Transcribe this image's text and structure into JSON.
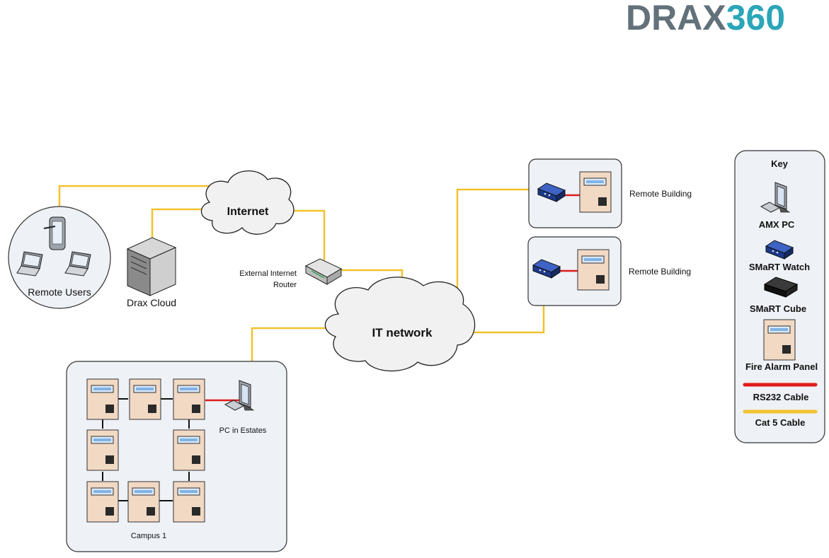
{
  "logo": {
    "text_a": "DRAX",
    "text_b": "360",
    "color_a": "#62717a",
    "color_b": "#2aa6b8"
  },
  "labels": {
    "internet": "Internet",
    "it_network": "IT network",
    "remote_users": "Remote Users",
    "drax_cloud": "Drax Cloud",
    "router_line1": "External Internet",
    "router_line2": "Router",
    "remote_building_1": "Remote Building",
    "remote_building_2": "Remote Building",
    "pc_in_estates": "PC in Estates",
    "campus": "Campus 1"
  },
  "key": {
    "title": "Key",
    "amx_pc": "AMX PC",
    "smart_watch": "SMaRT Watch",
    "smart_cube": "SMaRT Cube",
    "fire_alarm_panel": "Fire Alarm Panel",
    "rs232": "RS232 Cable",
    "cat5": "Cat 5 Cable"
  },
  "colors": {
    "cat5": "#f2c12e",
    "rs232": "#e01b1b",
    "panel": "#f2d9c4",
    "group_fill": "#eef1f6"
  }
}
